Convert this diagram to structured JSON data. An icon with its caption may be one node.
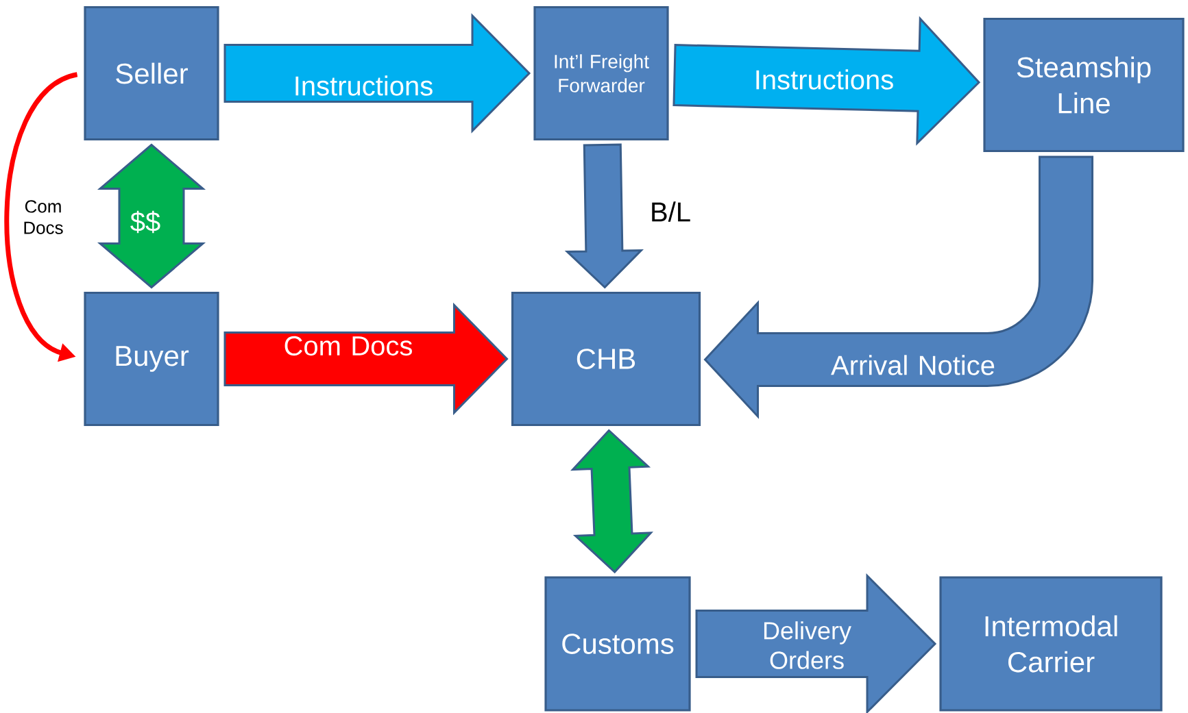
{
  "diagram": {
    "nodes": [
      {
        "text": [
          "Seller"
        ]
      },
      {
        "text": [
          "Int’l Freight Forwarder"
        ]
      },
      {
        "text": [
          "Steamship Line"
        ]
      },
      {
        "text": [
          "Buyer"
        ]
      },
      {
        "text": [
          "CHB"
        ]
      },
      {
        "text": [
          "Customs"
        ]
      },
      {
        "text": [
          "Intermodal Carrier"
        ]
      }
    ],
    "edges": [
      {
        "from": 0,
        "to": 1,
        "arrow": "to",
        "label": "Instructions",
        "color": "#00b0f0"
      },
      {
        "from": 1,
        "to": 2,
        "arrow": "to",
        "label": "Instructions",
        "color": "#00b0f0"
      },
      {
        "from": 0,
        "to": 3,
        "arrow": "both",
        "label": "$$",
        "color": "#00b050"
      },
      {
        "from": 1,
        "to": 4,
        "arrow": "to",
        "label": "B/L"
      },
      {
        "from": 2,
        "to": 4,
        "arrow": "to",
        "label": "Arrival Notice"
      },
      {
        "from": 3,
        "to": 4,
        "arrow": "to",
        "label": "Com Docs",
        "color": "#ff0000"
      },
      {
        "from": 4,
        "to": 5,
        "arrow": "both",
        "color": "#00b050"
      },
      {
        "from": 5,
        "to": 6,
        "arrow": "to",
        "label": "Delivery Orders"
      },
      {
        "from": 0,
        "to": 3,
        "arrow": "to",
        "label": "Com Docs",
        "color": "#ff0000"
      }
    ]
  }
}
